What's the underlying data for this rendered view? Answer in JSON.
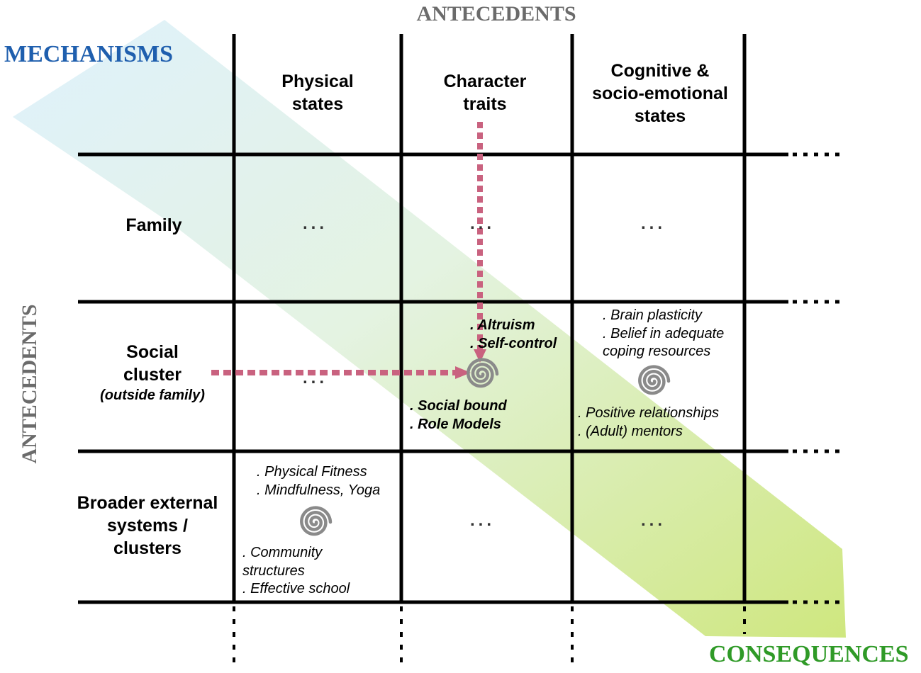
{
  "titles": {
    "top": "ANTECEDENTS",
    "left": "ANTECEDENTS",
    "mechanisms": "MECHANISMS",
    "consequences": "CONSEQUENCES"
  },
  "columns": [
    {
      "lines": [
        "Physical",
        "states"
      ]
    },
    {
      "lines": [
        "Character",
        "traits"
      ]
    },
    {
      "lines": [
        "Cognitive &",
        "socio-emotional",
        "states"
      ]
    }
  ],
  "rows": [
    {
      "lines": [
        "Family"
      ]
    },
    {
      "lines": [
        "Social",
        "cluster"
      ],
      "sub": "(outside  family)"
    },
    {
      "lines": [
        "Broader external",
        "systems /",
        "clusters"
      ]
    }
  ],
  "ellipsis": "...",
  "cells": {
    "social_character_top": [
      ". Altruism",
      ". Self-control"
    ],
    "social_character_bottom": [
      ". Social bound",
      ". Role Models"
    ],
    "social_cognitive_top": [
      ". Brain plasticity",
      ". Belief in adequate",
      "coping resources"
    ],
    "social_cognitive_bottom": [
      ". Positive relationships",
      ". (Adult) mentors"
    ],
    "broader_physical_top": [
      ". Physical Fitness",
      ". Mindfulness, Yoga"
    ],
    "broader_physical_bottom": [
      ". Community",
      "structures",
      ". Effective school"
    ]
  },
  "icons": [
    "spiral-icon",
    "dots-ellipsis-icon"
  ],
  "colors": {
    "mechanisms": "#1f5fae",
    "consequences": "#2f9a27",
    "antecedents": "#6b6b6b",
    "arrow_start": "#d6ecfa",
    "arrow_end": "#cfe77f",
    "dotted_arrow": "#c9627f",
    "spiral": "#8a8a8a"
  }
}
